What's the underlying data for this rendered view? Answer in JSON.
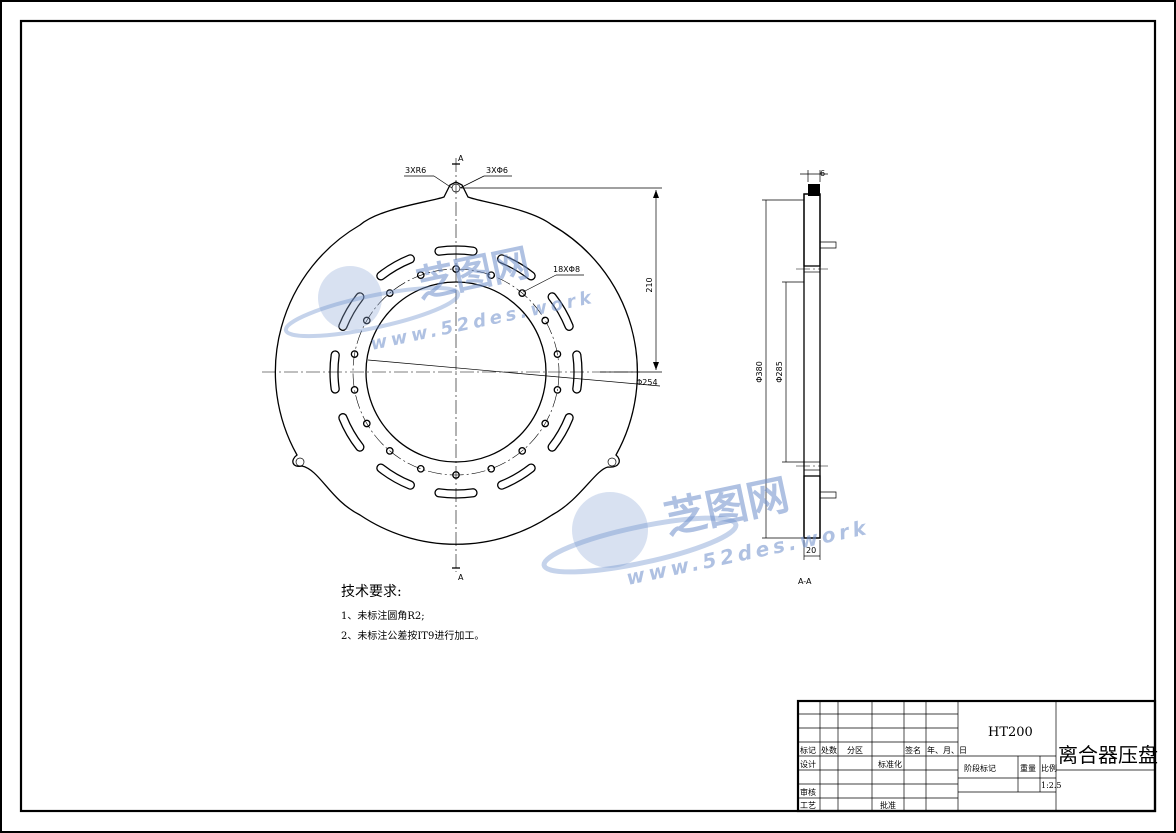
{
  "dimensions": {
    "bolt_hole_radius": "3XR6",
    "bolt_hole_dia": "3XΦ6",
    "small_holes": "18XΦ8",
    "height_210": "210",
    "dia_254": "Φ254",
    "thickness_6": "6",
    "dia_380": "Φ380",
    "dia_285": "Φ285",
    "thickness_20": "20",
    "section_mark_top": "A",
    "section_mark_bottom": "A",
    "section_label": "A-A"
  },
  "notes": {
    "title": "技术要求:",
    "items": [
      "1、未标注圆角R2;",
      "2、未标注公差按IT9进行加工。"
    ]
  },
  "title_block": {
    "material": "HT200",
    "part_name": "离合器压盘",
    "header": [
      "标记",
      "处数",
      "分区",
      "签名",
      "年、月、日"
    ],
    "rows": [
      "设计",
      "审核",
      "工艺"
    ],
    "standardization": "标准化",
    "approve": "批准",
    "stage_mark": "阶段标记",
    "weight": "重量",
    "scale": "比例",
    "scale_value": "1:2.5"
  },
  "watermark": {
    "cn": "芝图网",
    "en": "www.52des.work"
  }
}
